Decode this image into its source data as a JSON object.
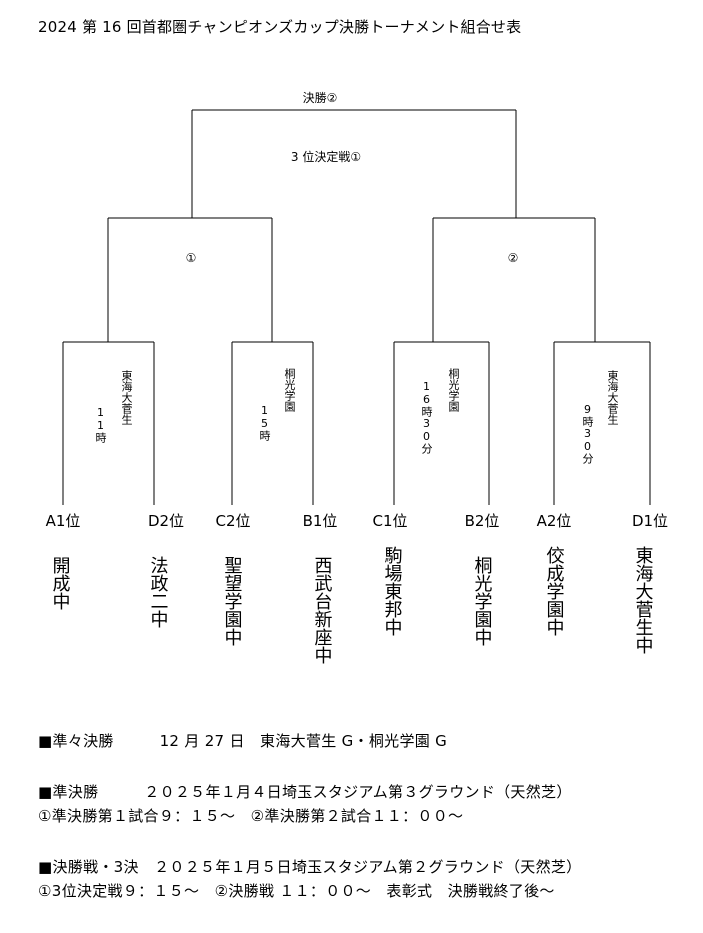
{
  "title": "2024 第 16 回首都圏チャンピオンズカップ決勝トーナメント組合せ表",
  "bracket": {
    "final_label": "決勝②",
    "third_place_label": "3 位決定戦①",
    "semi_left_label": "①",
    "semi_right_label": "②",
    "qf": [
      {
        "venue": "東海大菅生",
        "time": "11時"
      },
      {
        "venue": "桐光学園",
        "time": "15時"
      },
      {
        "venue": "桐光学園",
        "time": "16時30分"
      },
      {
        "venue": "東海大菅生",
        "time": "9時30分"
      }
    ],
    "seeds": [
      "A1位",
      "D2位",
      "C2位",
      "B1位",
      "C1位",
      "B2位",
      "A2位",
      "D1位"
    ],
    "teams": [
      "開成中",
      "法政二中",
      "聖望学園中",
      "西武台新座中",
      "駒場東邦中",
      "桐光学園中",
      "佼成学園中",
      "東海大菅生中"
    ]
  },
  "schedule": {
    "qf_line": "■準々決勝　　　12 月 27 日　東海大菅生 G・桐光学園 G",
    "sf_line1": "■準決勝　　　２０２５年１月４日埼玉スタジアム第３グラウンド（天然芝）",
    "sf_line2": "①準決勝第１試合９：１５～　②準決勝第２試合１１：００～",
    "final_line1": "■決勝戦・3決　２０２５年１月５日埼玉スタジアム第２グラウンド（天然芝）",
    "final_line2": "①3位決定戦９：１５～　②決勝戦 １１：００～　表彰式　決勝戦終了後～"
  }
}
